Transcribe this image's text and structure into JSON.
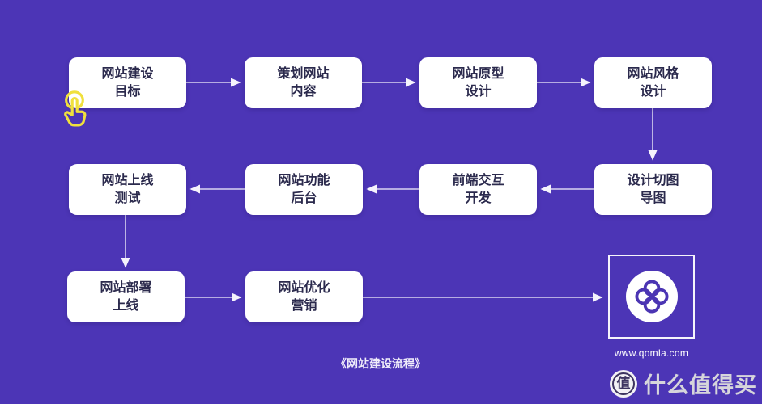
{
  "colors": {
    "background": "#4C35B6",
    "node_background": "#FFFFFF",
    "node_text": "#2B2A4D",
    "arrow": "#D9D4F0",
    "highlight_yellow": "#F0E03C",
    "watermark_text": "#D6D5DB"
  },
  "flowchart": {
    "caption": "《网站建设流程》",
    "nodes": [
      {
        "line1": "网站建设",
        "line2": "目标"
      },
      {
        "line1": "策划网站",
        "line2": "内容"
      },
      {
        "line1": "网站原型",
        "line2": "设计"
      },
      {
        "line1": "网站风格",
        "line2": "设计"
      },
      {
        "line1": "网站上线",
        "line2": "测试"
      },
      {
        "line1": "网站功能",
        "line2": "后台"
      },
      {
        "line1": "前端交互",
        "line2": "开发"
      },
      {
        "line1": "设计切图",
        "line2": "导图"
      },
      {
        "line1": "网站部署",
        "line2": "上线"
      },
      {
        "line1": "网站优化",
        "line2": "营销"
      }
    ],
    "flow_order": [
      "网站建设目标",
      "策划网站内容",
      "网站原型设计",
      "网站风格设计",
      "设计切图导图",
      "前端交互开发",
      "网站功能后台",
      "网站上线测试",
      "网站部署上线",
      "网站优化营销",
      "qomla-logo"
    ]
  },
  "logo": {
    "url_text": "www.qomla.com"
  },
  "watermark": {
    "badge_char": "值",
    "site_name": "什么值得买"
  }
}
